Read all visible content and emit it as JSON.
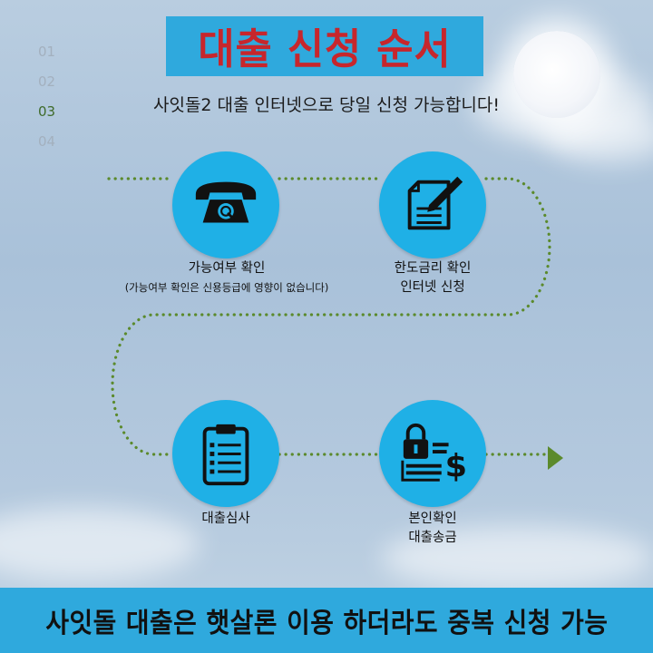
{
  "header": {
    "title": "대출 신청 순서",
    "subtitle": "사잇돌2 대출 인터넷으로 당일 신청 가능합니다!"
  },
  "step_numbers": [
    {
      "label": "01",
      "active": false
    },
    {
      "label": "02",
      "active": false
    },
    {
      "label": "03",
      "active": true
    },
    {
      "label": "04",
      "active": false
    }
  ],
  "steps": [
    {
      "icon": "telephone-icon",
      "line1": "가능여부 확인",
      "line2": "(가능여부 확인은 신용등급에 영향이 없습니다)"
    },
    {
      "icon": "document-pen-icon",
      "line1": "한도금리 확인",
      "line2": "인터넷 신청"
    },
    {
      "icon": "clipboard-checklist-icon",
      "line1": "대출심사",
      "line2": ""
    },
    {
      "icon": "lock-money-icon",
      "line1": "본인확인",
      "line2": "대출송금"
    }
  ],
  "footer": {
    "text": "사잇돌 대출은 햇살론 이용 하더라도 중복 신청 가능"
  },
  "colors": {
    "title_bg": "#2fa9dd",
    "title_text": "#c7262c",
    "icon_circle": "#1fb0e6",
    "dotted_path": "#5b8a2c",
    "active_number": "#3f6b2a",
    "inactive_number": "#a3b0be"
  }
}
